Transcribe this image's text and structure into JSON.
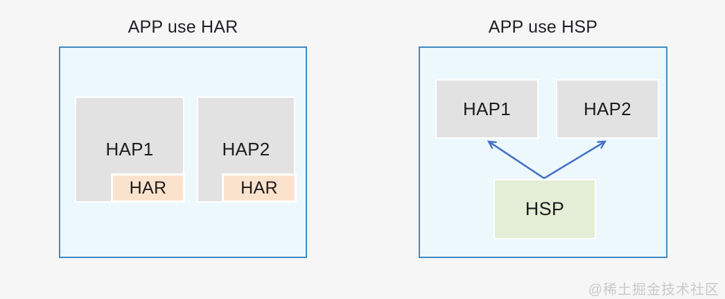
{
  "page": {
    "watermark": "@稀土掘金技术社区",
    "background_color": "#f6f6f7"
  },
  "colors": {
    "app_box_fill": "#edf8fd",
    "app_box_border": "#4189c0",
    "hap_fill": "#e2e2e2",
    "har_fill": "#fbe2cd",
    "hsp_fill": "#e4eed6",
    "arrow": "#4671c5",
    "title_text": "#202124",
    "watermark_text": "#c9c9c9"
  },
  "left_panel": {
    "title": "APP use HAR",
    "haps": [
      {
        "label": "HAP1",
        "har_label": "HAR"
      },
      {
        "label": "HAP2",
        "har_label": "HAR"
      }
    ]
  },
  "right_panel": {
    "title": "APP use HSP",
    "haps": [
      {
        "label": "HAP1"
      },
      {
        "label": "HAP2"
      }
    ],
    "hsp_label": "HSP",
    "arrows": [
      {
        "from": "HSP",
        "to": "HAP1"
      },
      {
        "from": "HSP",
        "to": "HAP2"
      }
    ]
  }
}
